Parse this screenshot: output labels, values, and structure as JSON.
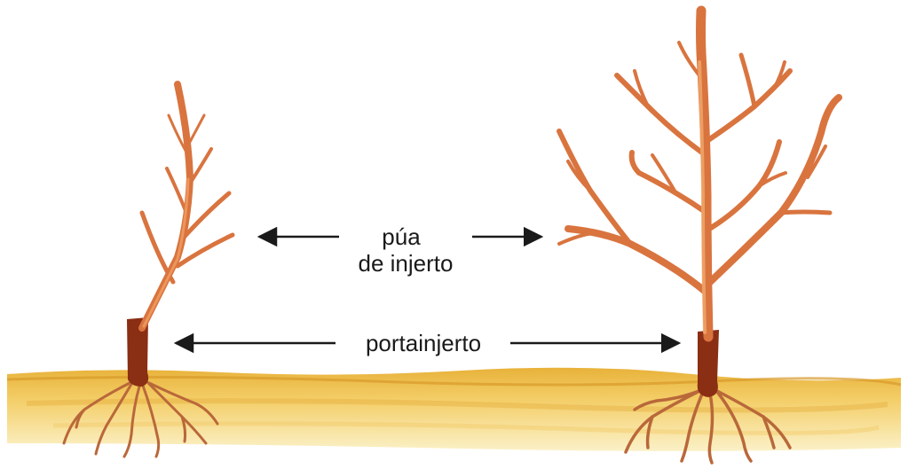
{
  "labels": {
    "scion_line1": "púa",
    "scion_line2": "de injerto",
    "rootstock": "portainjerto"
  },
  "colors": {
    "branch": "#d9743f",
    "branch_light": "#f0a060",
    "trunk_dark": "#8a2e14",
    "soil": "#f0c040",
    "soil_light": "#f8e6a0",
    "root": "#b9683a",
    "arrow": "#1a1a1a"
  }
}
